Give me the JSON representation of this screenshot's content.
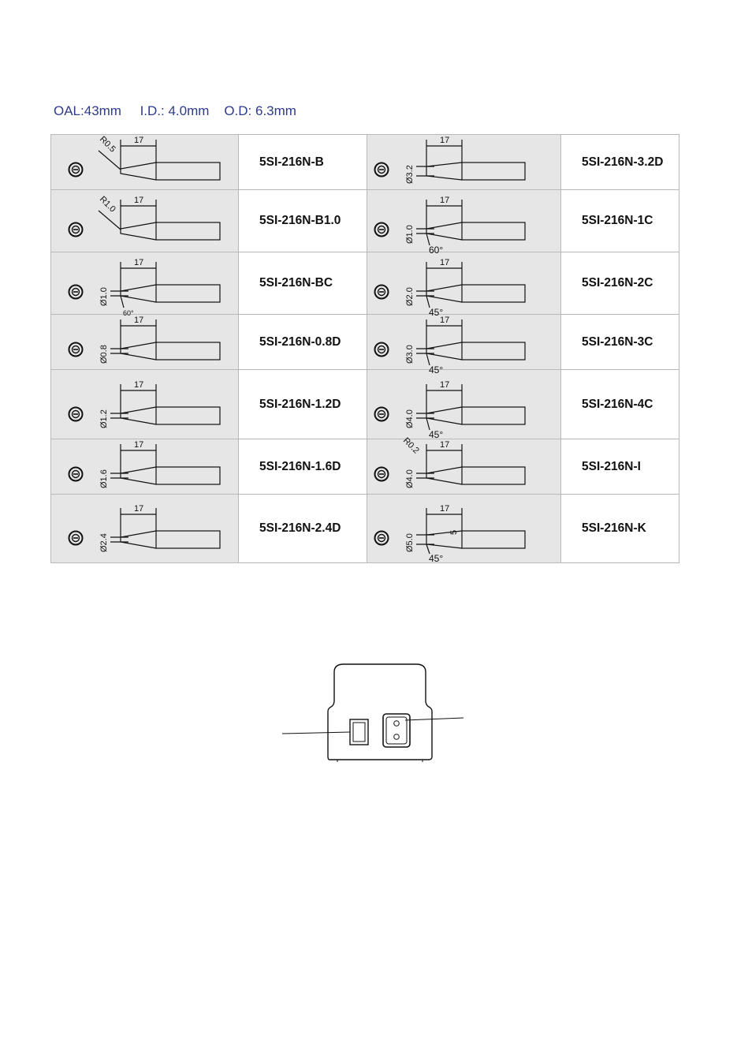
{
  "specs": "OAL:43mm     I.D.: 4.0mm    O.D: 6.3mm",
  "colors": {
    "specs_text": "#2e3a8c",
    "drawing_cell": "#e6e6e6",
    "grid": "#b9b9b9"
  },
  "rows": [
    {
      "left": {
        "code": "5SI-216N-B",
        "dim": "17",
        "size": "R0.5",
        "angle": "",
        "style": "radius"
      },
      "right": {
        "code": "5SI-216N-3.2D",
        "dim": "17",
        "size": "Ø3.2",
        "angle": "",
        "style": "chisel"
      }
    },
    {
      "left": {
        "code": "5SI-216N-B1.0",
        "dim": "17",
        "size": "R1.0",
        "angle": "",
        "style": "radius"
      },
      "right": {
        "code": "5SI-216N-1C",
        "dim": "17",
        "size": "Ø1.0",
        "angle": "60°",
        "style": "bevel"
      }
    },
    {
      "left": {
        "code": "5SI-216N-BC",
        "dim": "17",
        "size": "Ø1.0",
        "angle": "60°",
        "style": "bevel"
      },
      "right": {
        "code": "5SI-216N-2C",
        "dim": "17",
        "size": "Ø2.0",
        "angle": "45°",
        "style": "bevel"
      }
    },
    {
      "left": {
        "code": "5SI-216N-0.8D",
        "dim": "17",
        "size": "Ø0.8",
        "angle": "",
        "style": "cone"
      },
      "right": {
        "code": "5SI-216N-3C",
        "dim": "17",
        "size": "Ø3.0",
        "angle": "45°",
        "style": "bevel"
      }
    },
    {
      "left": {
        "code": "5SI-216N-1.2D",
        "dim": "17",
        "size": "Ø1.2",
        "angle": "",
        "style": "cone"
      },
      "right": {
        "code": "5SI-216N-4C",
        "dim": "17",
        "size": "Ø4.0",
        "angle": "45°",
        "style": "bevel"
      }
    },
    {
      "left": {
        "code": "5SI-216N-1.6D",
        "dim": "17",
        "size": "Ø1.6",
        "angle": "",
        "style": "cone"
      },
      "right": {
        "code": "5SI-216N-I",
        "dim": "17",
        "size": "Ø4.0",
        "radius": "R0.2",
        "angle": "",
        "style": "conical-radius"
      }
    },
    {
      "left": {
        "code": "5SI-216N-2.4D",
        "dim": "17",
        "size": "Ø2.4",
        "angle": "",
        "style": "cone"
      },
      "right": {
        "code": "5SI-216N-K",
        "dim": "17",
        "size": "Ø5.0",
        "side": "5",
        "angle": "45°",
        "style": "knife"
      }
    }
  ]
}
